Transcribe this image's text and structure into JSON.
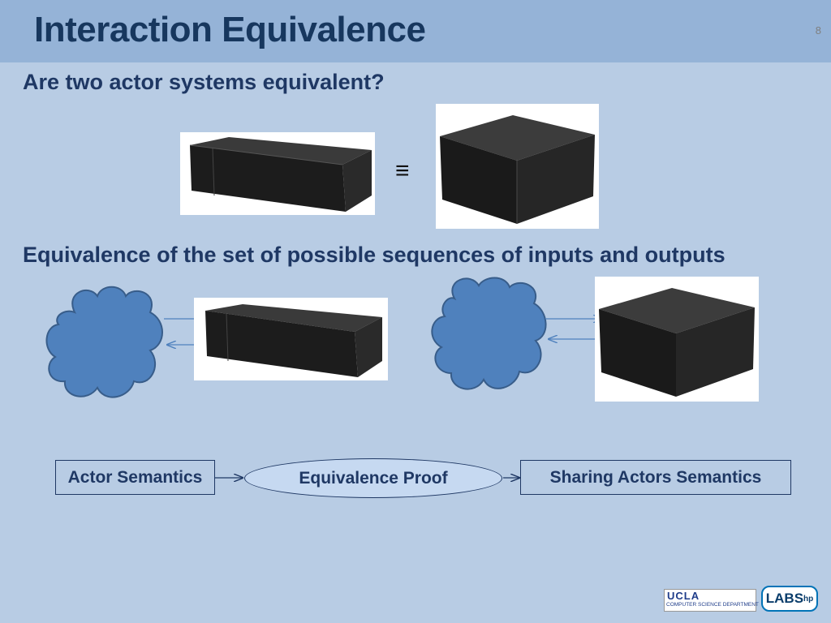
{
  "slide": {
    "title": "Interaction Equivalence",
    "page_number": "8"
  },
  "section1": {
    "heading": "Are two actor systems equivalent?",
    "equiv_symbol": "≡"
  },
  "section2": {
    "heading": "Equivalence of the set of possible sequences of inputs and outputs"
  },
  "flow": {
    "left_box": "Actor Semantics",
    "middle_oval": "Equivalence Proof",
    "right_box": "Sharing Actors Semantics"
  },
  "logos": {
    "ucla_text": "UCLA",
    "ucla_sub": "COMPUTER SCIENCE DEPARTMENT",
    "hp_text": "LABS",
    "hp_sup": "hp"
  },
  "colors": {
    "background": "#b8cce4",
    "header": "#95b3d7",
    "title": "#17375e",
    "cloud_fill": "#4f81bd",
    "cloud_stroke": "#385d8a"
  }
}
